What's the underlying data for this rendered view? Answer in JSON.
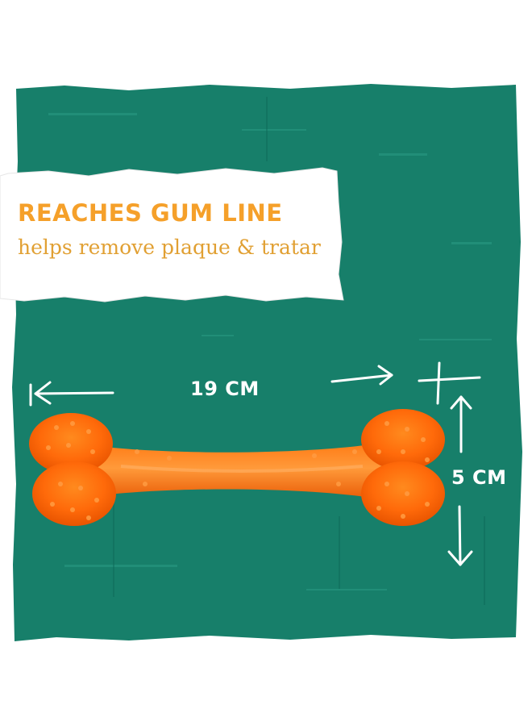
{
  "headline": {
    "title": "REACHES GUM LINE",
    "subtitle": "helps remove plaque & tratar"
  },
  "dimensions": {
    "length_label": "19 CM",
    "width_label": "5 CM"
  },
  "colors": {
    "background_panel": "#177f6a",
    "paper": "#ffffff",
    "title": "#f5a02a",
    "toy": "#ff6a0a",
    "arrows": "#ffffff"
  },
  "icons": [
    "left-arrow-icon",
    "right-arrow-icon",
    "up-arrow-icon",
    "down-arrow-icon",
    "corner-cross-icon"
  ]
}
